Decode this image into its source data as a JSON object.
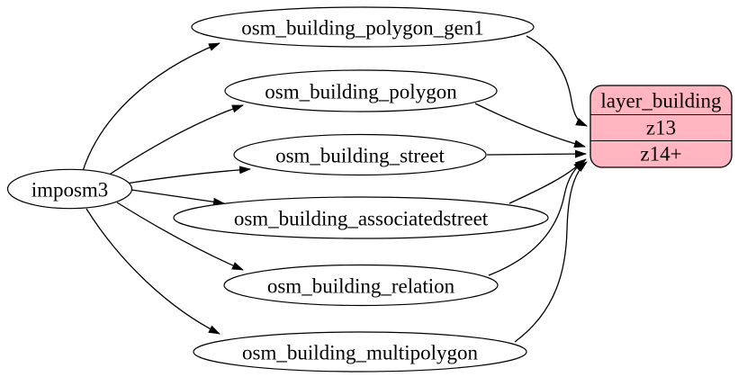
{
  "diagram": {
    "source_node": {
      "label": "imposm3"
    },
    "table_nodes": [
      {
        "label": "osm_building_polygon_gen1"
      },
      {
        "label": "osm_building_polygon"
      },
      {
        "label": "osm_building_street"
      },
      {
        "label": "osm_building_associatedstreet"
      },
      {
        "label": "osm_building_relation"
      },
      {
        "label": "osm_building_multipolygon"
      }
    ],
    "layer_node": {
      "title": "layer_building",
      "rows": [
        {
          "label": "z13"
        },
        {
          "label": "z14+"
        }
      ]
    },
    "edges": [
      {
        "from": "imposm3",
        "to": "osm_building_polygon_gen1"
      },
      {
        "from": "imposm3",
        "to": "osm_building_polygon"
      },
      {
        "from": "imposm3",
        "to": "osm_building_street"
      },
      {
        "from": "imposm3",
        "to": "osm_building_associatedstreet"
      },
      {
        "from": "imposm3",
        "to": "osm_building_relation"
      },
      {
        "from": "imposm3",
        "to": "osm_building_multipolygon"
      },
      {
        "from": "osm_building_polygon_gen1",
        "to": "layer_building:z13"
      },
      {
        "from": "osm_building_polygon",
        "to": "layer_building:z14+"
      },
      {
        "from": "osm_building_street",
        "to": "layer_building:z14+"
      },
      {
        "from": "osm_building_associatedstreet",
        "to": "layer_building:z14+"
      },
      {
        "from": "osm_building_relation",
        "to": "layer_building:z14+"
      },
      {
        "from": "osm_building_multipolygon",
        "to": "layer_building:z14+"
      }
    ],
    "colors": {
      "layer_fill": "#FFB6C1",
      "node_fill": "#FFFFFF",
      "stroke": "#000000",
      "background": "#FFFFFF"
    }
  }
}
